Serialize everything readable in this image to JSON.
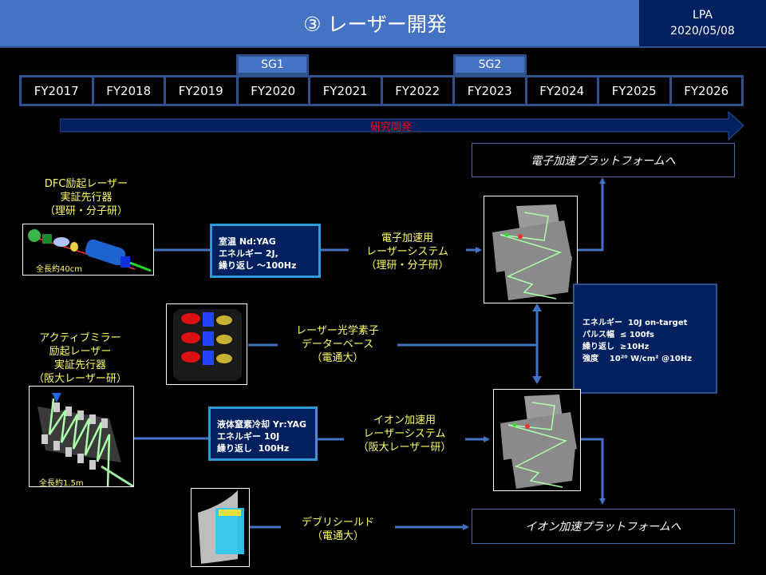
{
  "header": {
    "title": "③ レーザー開発",
    "org": "LPA",
    "date": "2020/05/08"
  },
  "timeline": {
    "years": [
      "FY2017",
      "FY2018",
      "FY2019",
      "FY2020",
      "FY2021",
      "FY2022",
      "FY2023",
      "FY2024",
      "FY2025",
      "FY2026"
    ],
    "stage_gates": [
      {
        "label": "SG1",
        "year": "FY2020"
      },
      {
        "label": "SG2",
        "year": "FY2023"
      }
    ],
    "phase_arrow": {
      "label": "研究開発",
      "from": "FY2017",
      "to": "FY2026"
    }
  },
  "sources": {
    "dfc": {
      "label": "DFC励起レーザー\n実証先行器\n（理研・分子研）",
      "size_caption": "全長約40cm",
      "spec": "室温 Nd:YAG\nエネルギー 2J,\n繰り返し ～100Hz"
    },
    "active_mirror": {
      "label": "アクティブミラー\n励起レーザー\n実証先行器\n（阪大レーザー研）",
      "size_caption": "全長約1.5m",
      "spec": "液体窒素冷却 Yr:YAG\nエネルギー 10J\n繰り返し  100Hz"
    }
  },
  "systems": {
    "electron": {
      "label": "電子加速用\nレーザーシステム\n（理研・分子研）"
    },
    "ion": {
      "label": "イオン加速用\nレーザーシステム\n（阪大レーザー研）"
    }
  },
  "database": {
    "label": "レーザー光学素子\nデーターベース\n（電通大）"
  },
  "debris_shield": {
    "label": "デブリシールド\n（電通大）"
  },
  "destinations": {
    "electron_platform": "電子加速プラットフォームへ",
    "ion_platform": "イオン加速プラットフォームへ"
  },
  "performance": {
    "lines": "エネルギー  10J on-target\nパルス幅  ≤ 100fs\n繰り返し  ≥10Hz\n強度    10²⁰ W/cm² @10Hz"
  },
  "colors": {
    "header": "#4472c4",
    "badge": "#002060",
    "connector": "#4472c4",
    "label_yellow": "#ffff66",
    "phase_text": "#ff0000"
  }
}
